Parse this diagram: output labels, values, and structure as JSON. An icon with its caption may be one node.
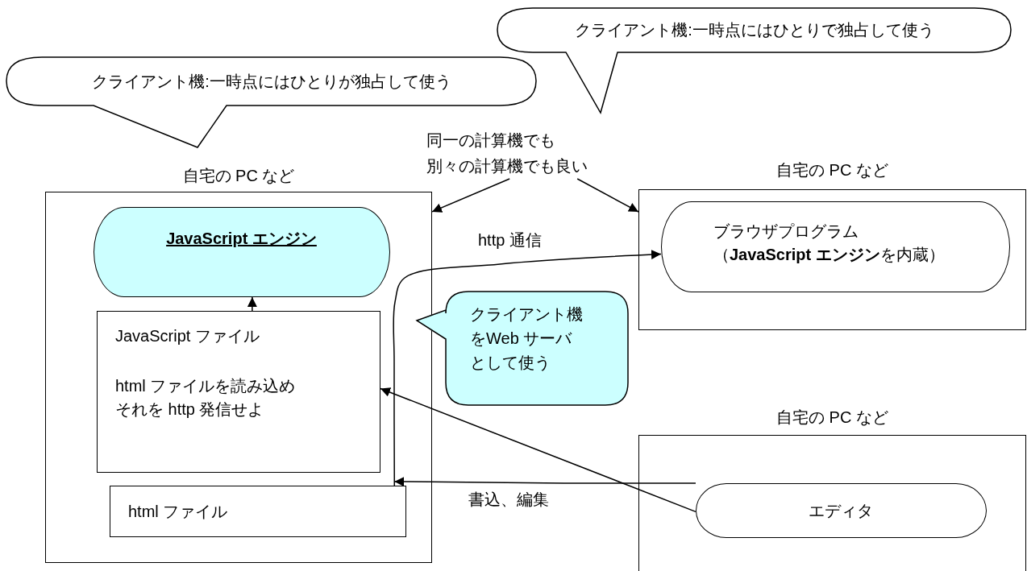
{
  "diagram": {
    "nodes": [
      {
        "text": [
          "クライアント機:一時点にはひとりが独占して使う"
        ]
      },
      {
        "text": [
          "クライアント機:一時点にはひとりで独占して使う"
        ]
      },
      {
        "text": [
          "自宅の PC など"
        ]
      },
      {
        "text": [
          "JavaScript エンジン"
        ],
        "in": 2
      },
      {
        "text": [
          "JavaScript ファイル",
          "html ファイルを読み込めそれを http 発信せよ"
        ],
        "in": 2
      },
      {
        "text": [
          "html ファイル"
        ],
        "in": 2
      },
      {
        "text": [
          "同一の計算機でも別々の計算機でも良い"
        ]
      },
      {
        "text": [
          "自宅の PC など"
        ]
      },
      {
        "text": [
          "ブラウザプログラム（**JavaScript エンジン**を内蔵）"
        ],
        "in": 7
      },
      {
        "text": [
          "クライアント機をWeb サーバとして使う"
        ]
      },
      {
        "text": [
          "自宅の PC など"
        ]
      },
      {
        "text": [
          "エディタ"
        ],
        "in": 10
      }
    ],
    "edges": [
      {
        "from": 6,
        "to": 2,
        "arrow": "to"
      },
      {
        "from": 6,
        "to": 7,
        "arrow": "to"
      },
      {
        "from": 4,
        "to": 3,
        "arrow": "to"
      },
      {
        "from": 5,
        "to": 8,
        "arrow": "to",
        "label": "http 通信"
      },
      {
        "from": 11,
        "to": 5,
        "arrow": "to",
        "label": "書込、編集"
      },
      {
        "from": 11,
        "to": 4,
        "arrow": "to"
      }
    ]
  }
}
